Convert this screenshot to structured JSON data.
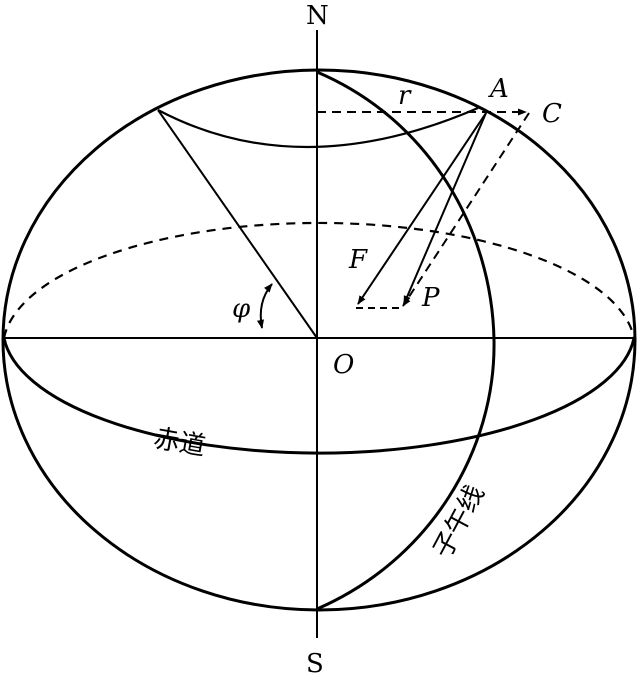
{
  "labels": {
    "north": "N",
    "south": "S",
    "center": "O",
    "point_a": "A",
    "point_c": "C",
    "radius": "r",
    "latitude_angle": "φ",
    "force_f": "F",
    "force_p": "P",
    "equator": "赤道",
    "meridian": "子午线"
  },
  "colors": {
    "stroke": "#000000",
    "background": "#ffffff"
  }
}
